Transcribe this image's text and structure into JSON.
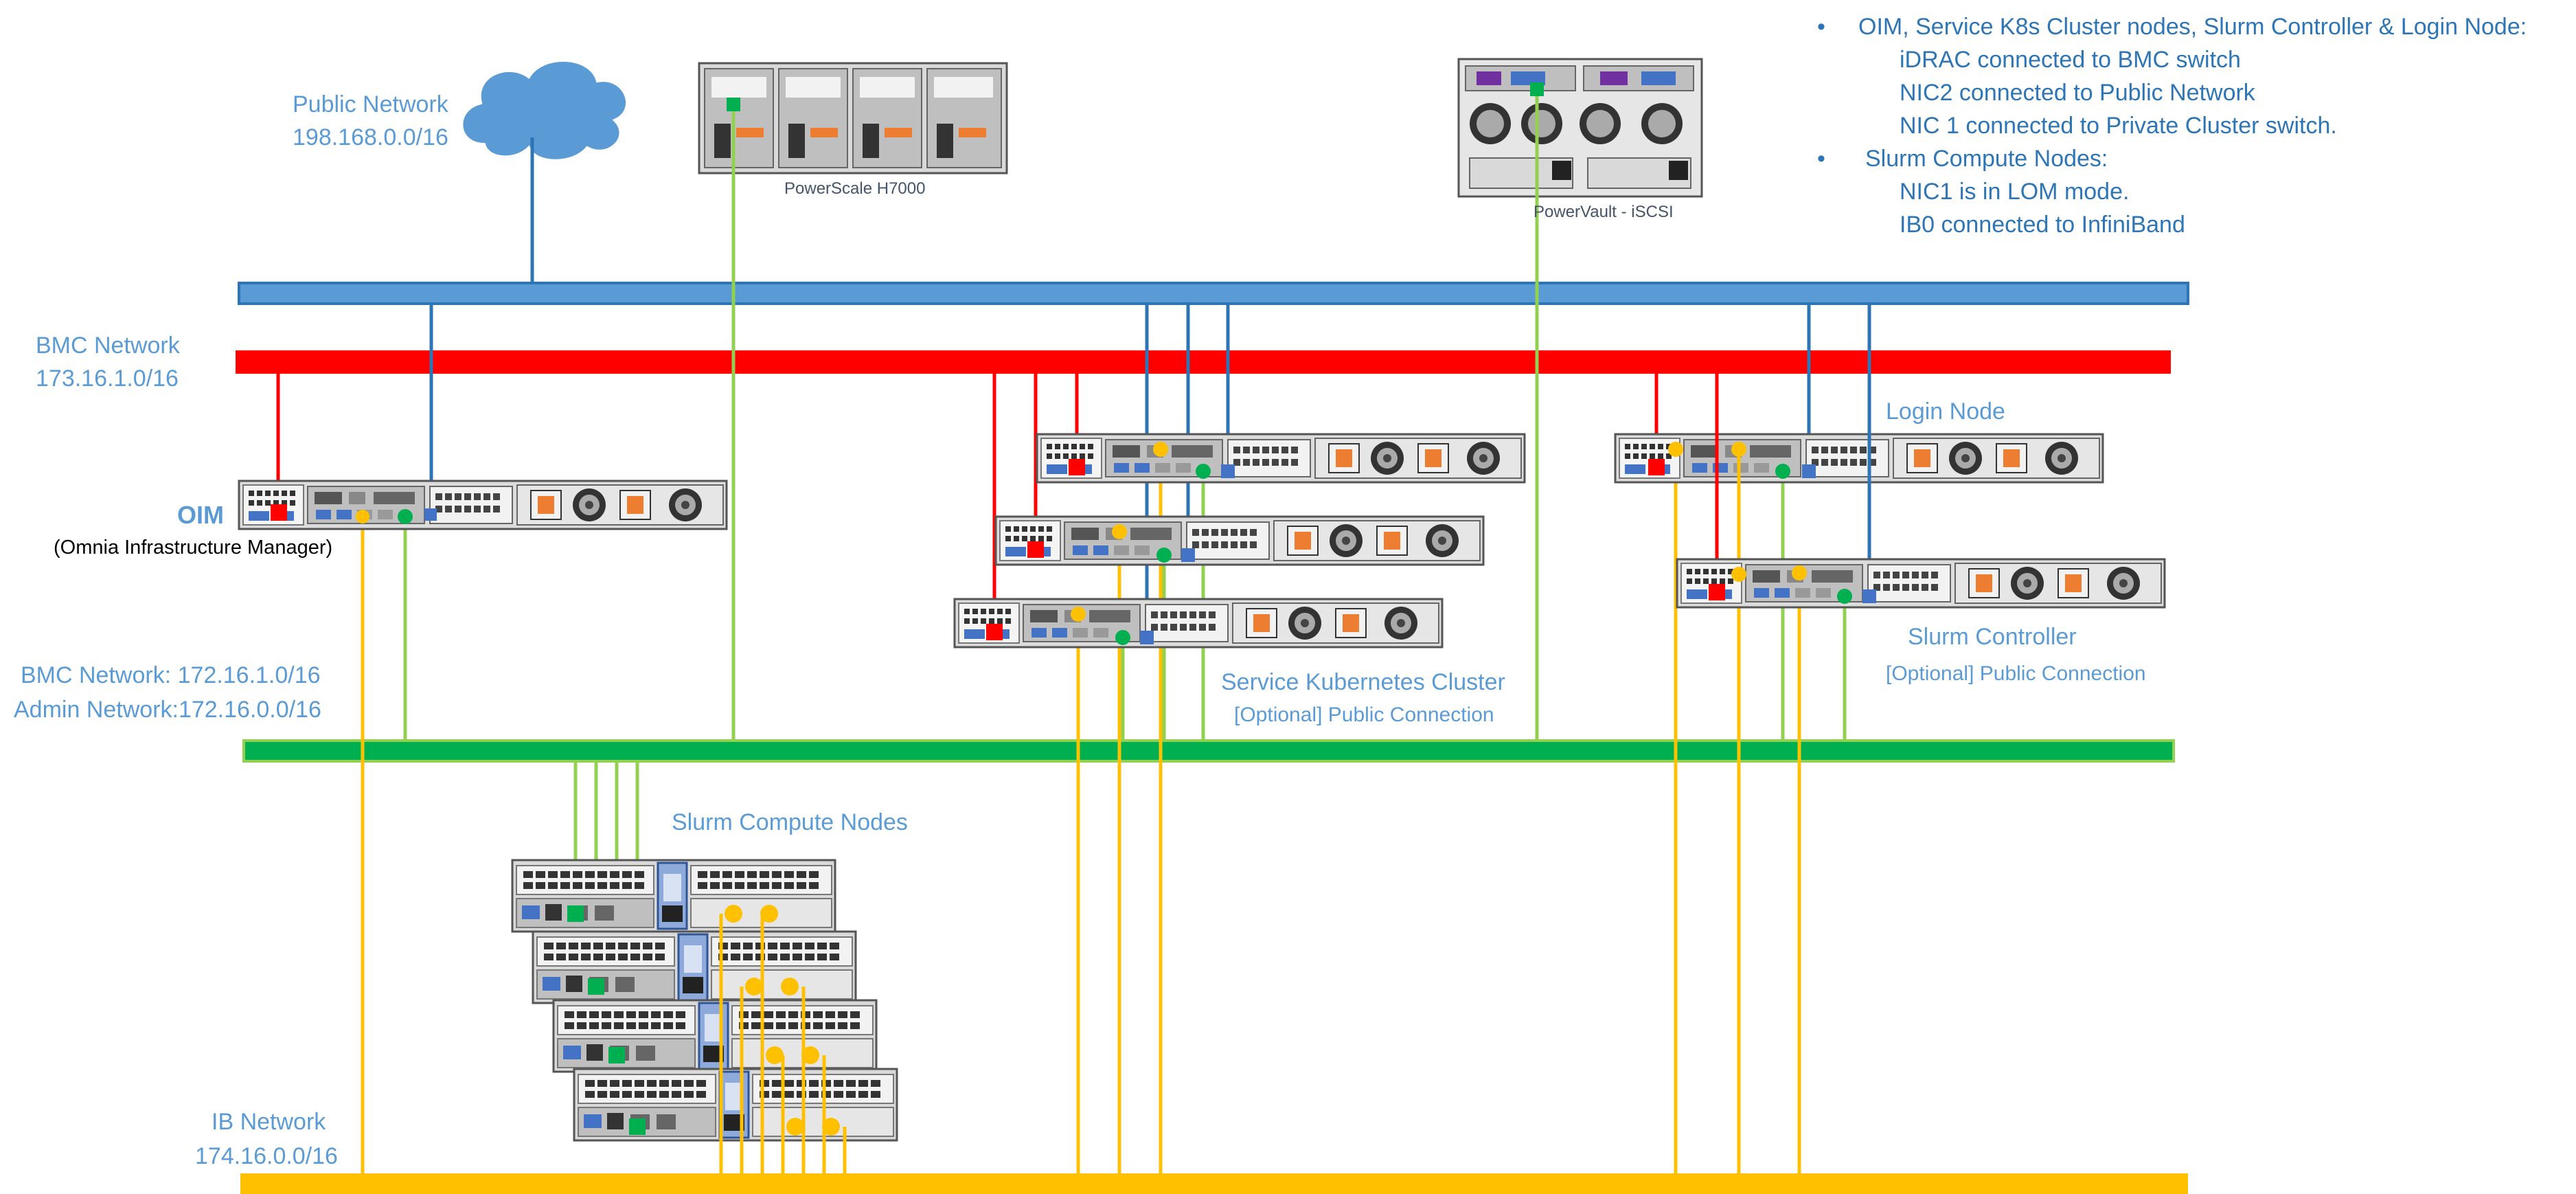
{
  "networks": {
    "public": {
      "name": "Public Network",
      "subnet": "198.168.0.0/16"
    },
    "bmc": {
      "name": "BMC Network",
      "subnet": "173.16.1.0/16"
    },
    "admin": {
      "bmc_line": "BMC Network: 172.16.1.0/16",
      "admin_line": "Admin Network:172.16.0.0/16"
    },
    "ib": {
      "name": "IB Network",
      "subnet": "174.16.0.0/16"
    }
  },
  "nodes": {
    "oim": {
      "title": "OIM",
      "subtitle": "(Omnia Infrastructure Manager)"
    },
    "powerscale": {
      "label": "PowerScale H7000"
    },
    "powervault": {
      "label": "PowerVault - iSCSI"
    },
    "k8s": {
      "title": "Service Kubernetes Cluster",
      "optional": "[Optional] Public Connection"
    },
    "login": {
      "title": "Login Node"
    },
    "slurm_controller": {
      "title": "Slurm Controller",
      "optional": "[Optional] Public Connection"
    },
    "compute": {
      "title": "Slurm Compute Nodes"
    }
  },
  "notes": [
    {
      "text": "OIM, Service K8s Cluster nodes, Slurm Controller & Login Node:",
      "bullet": true
    },
    {
      "text": "iDRAC connected to BMC switch",
      "bullet": false
    },
    {
      "text": "NIC2 connected to Public Network",
      "bullet": false
    },
    {
      "text": "NIC 1 connected to Private Cluster switch.",
      "bullet": false
    },
    {
      "text": "Slurm Compute Nodes:",
      "bullet": true
    },
    {
      "text": "NIC1 is in LOM mode.",
      "bullet": false
    },
    {
      "text": "IB0 connected to InfiniBand",
      "bullet": false
    }
  ],
  "colors": {
    "public": "#5b9bd5",
    "bmc": "#ff0000",
    "admin": "#00b050",
    "ib": "#ffc000",
    "public_link": "#2e75b6",
    "admin_link": "#92d050"
  }
}
